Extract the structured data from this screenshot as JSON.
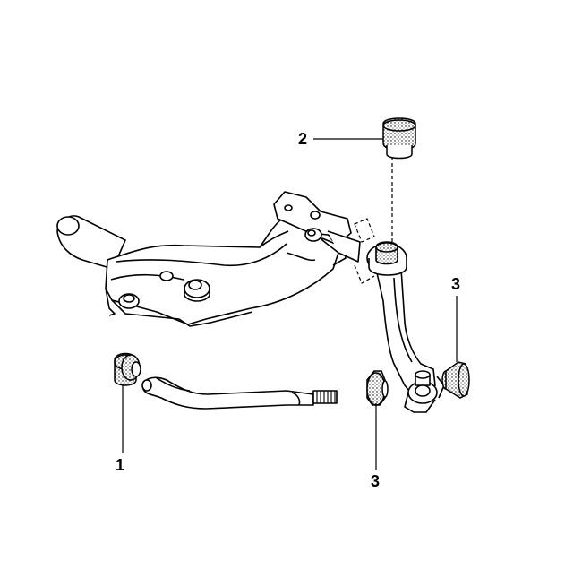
{
  "diagram": {
    "callouts": [
      {
        "id": "c1",
        "label": "1"
      },
      {
        "id": "c2",
        "label": "2"
      },
      {
        "id": "c3a",
        "label": "3"
      },
      {
        "id": "c3b",
        "label": "3"
      }
    ],
    "colors": {
      "stroke": "#000000",
      "fill": "#ffffff",
      "stipple": "#000000"
    }
  }
}
